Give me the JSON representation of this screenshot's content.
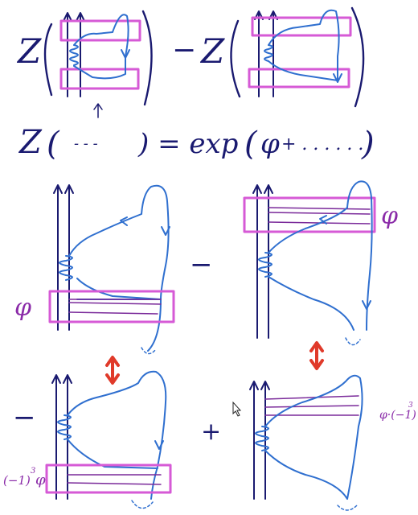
{
  "top_equation": {
    "z_left": "Z",
    "minus": "−",
    "z_right": "Z"
  },
  "exp_equation": {
    "z": "Z",
    "open_paren": "(",
    "dots_inner": "- - -",
    "close_paren_equals": ") = exp",
    "open_paren2": "(",
    "phi": "φ",
    "plus_dots": "+ . . . . . .",
    "close_paren2": ")"
  },
  "panel_labels": {
    "phi_left": "φ",
    "phi_right": "φ",
    "minus_mid": "−",
    "minus_bottom": "−",
    "plus_bottom": "+",
    "neg_one_cube_phi_coef": "(−1)",
    "neg_one_cube_phi_exp": "3",
    "neg_one_cube_phi_sym": "φ",
    "phi_times_neg_one_cube_sym": "φ·(−1)",
    "phi_times_neg_one_cube_exp": "3"
  },
  "colors": {
    "navy": "#1a1a70",
    "blue": "#2f6fcf",
    "magenta": "#d65ad6",
    "purple": "#7a2a9a",
    "red": "#e03a2a"
  }
}
